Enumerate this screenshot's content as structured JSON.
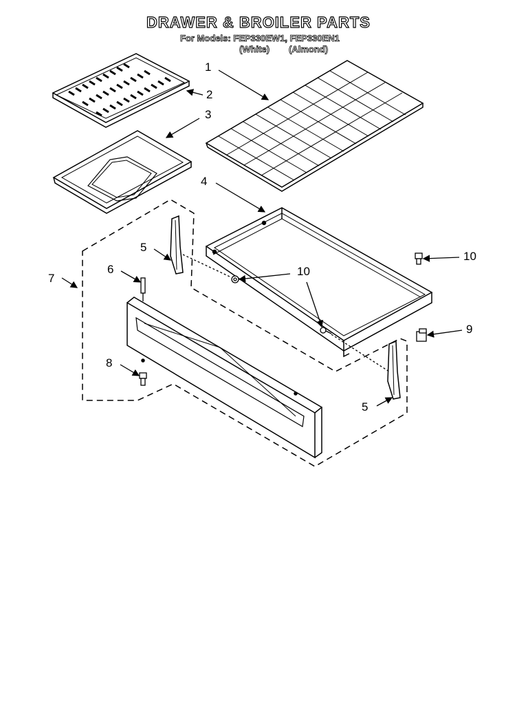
{
  "header": {
    "title": "DRAWER & BROILER PARTS",
    "models_line": "For Models: FEP330EW1, FEP330EN1",
    "color_white": "(White)",
    "color_almond": "(Almond)"
  },
  "callouts": {
    "c1": "1",
    "c2": "2",
    "c3": "3",
    "c4": "4",
    "c5a": "5",
    "c5b": "5",
    "c6": "6",
    "c7": "7",
    "c8": "8",
    "c9": "9",
    "c10a": "10",
    "c10b": "10"
  }
}
